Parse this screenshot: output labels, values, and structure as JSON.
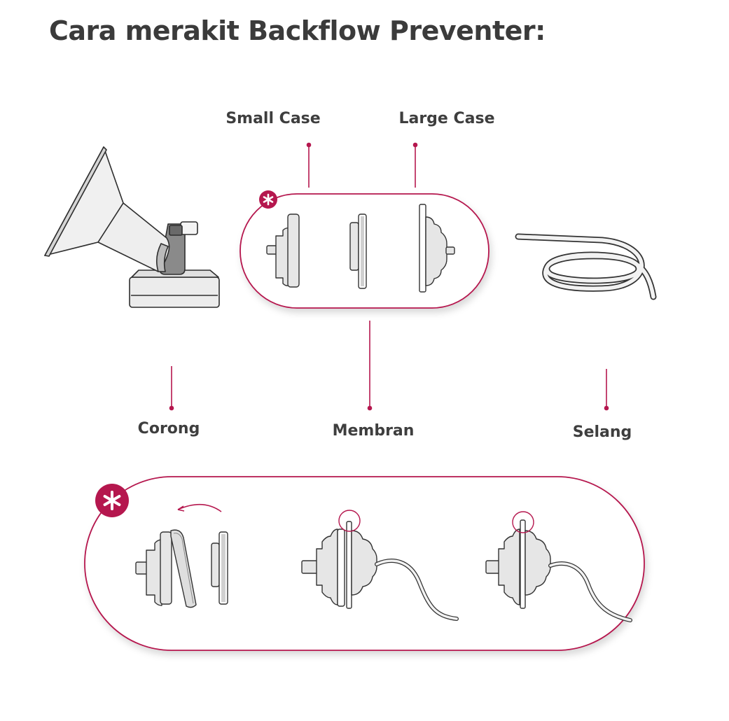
{
  "title": "Cara merakit Backflow Preventer:",
  "labels": {
    "small_case": "Small Case",
    "large_case": "Large Case",
    "corong": "Corong",
    "membran": "Membran",
    "selang": "Selang"
  },
  "colors": {
    "accent": "#b5174e",
    "outline": "#333333",
    "part_fill": "#e6e6e6",
    "text": "#3e3e3e"
  },
  "icons": [
    "asterisk-icon",
    "rotate-arrow-icon",
    "highlight-circle-icon"
  ]
}
